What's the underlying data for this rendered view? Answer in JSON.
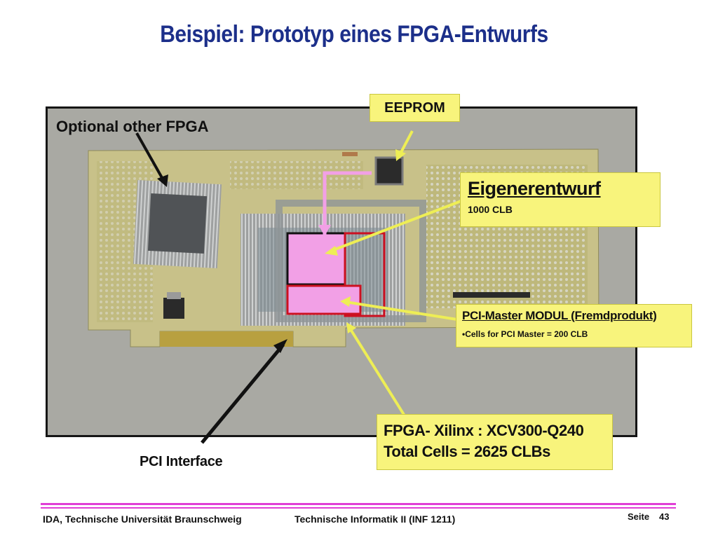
{
  "slide": {
    "title": "Beispiel: Prototyp eines FPGA-Entwurfs"
  },
  "labels": {
    "optional_fpga": "Optional other FPGA",
    "eeprom": "EEPROM",
    "eigenentwurf_title": "Eigenerentwurf",
    "eigenentwurf_sub": "1000 CLB",
    "pci_master_title": "PCI-Master MODUL (Fremdprodukt)",
    "pci_master_bullet": "•Cells for PCI Master = 200  CLB",
    "fpga_line1": "FPGA-  Xilinx : XCV300-Q240",
    "fpga_line2": "Total Cells  = 2625 CLBs",
    "pci_interface": "PCI Interface"
  },
  "footer": {
    "institution": "IDA, Technische Universität Braunschweig",
    "course": "Technische Informatik II (INF 1211)",
    "page_label": "Seite",
    "page_number": "43"
  },
  "colors": {
    "title": "#1c2f8a",
    "callout_fill": "#f8f47c",
    "highlight_pink": "#f2a0e6",
    "highlight_red": "#cc1020",
    "footer_rule": "#e03ed6"
  }
}
